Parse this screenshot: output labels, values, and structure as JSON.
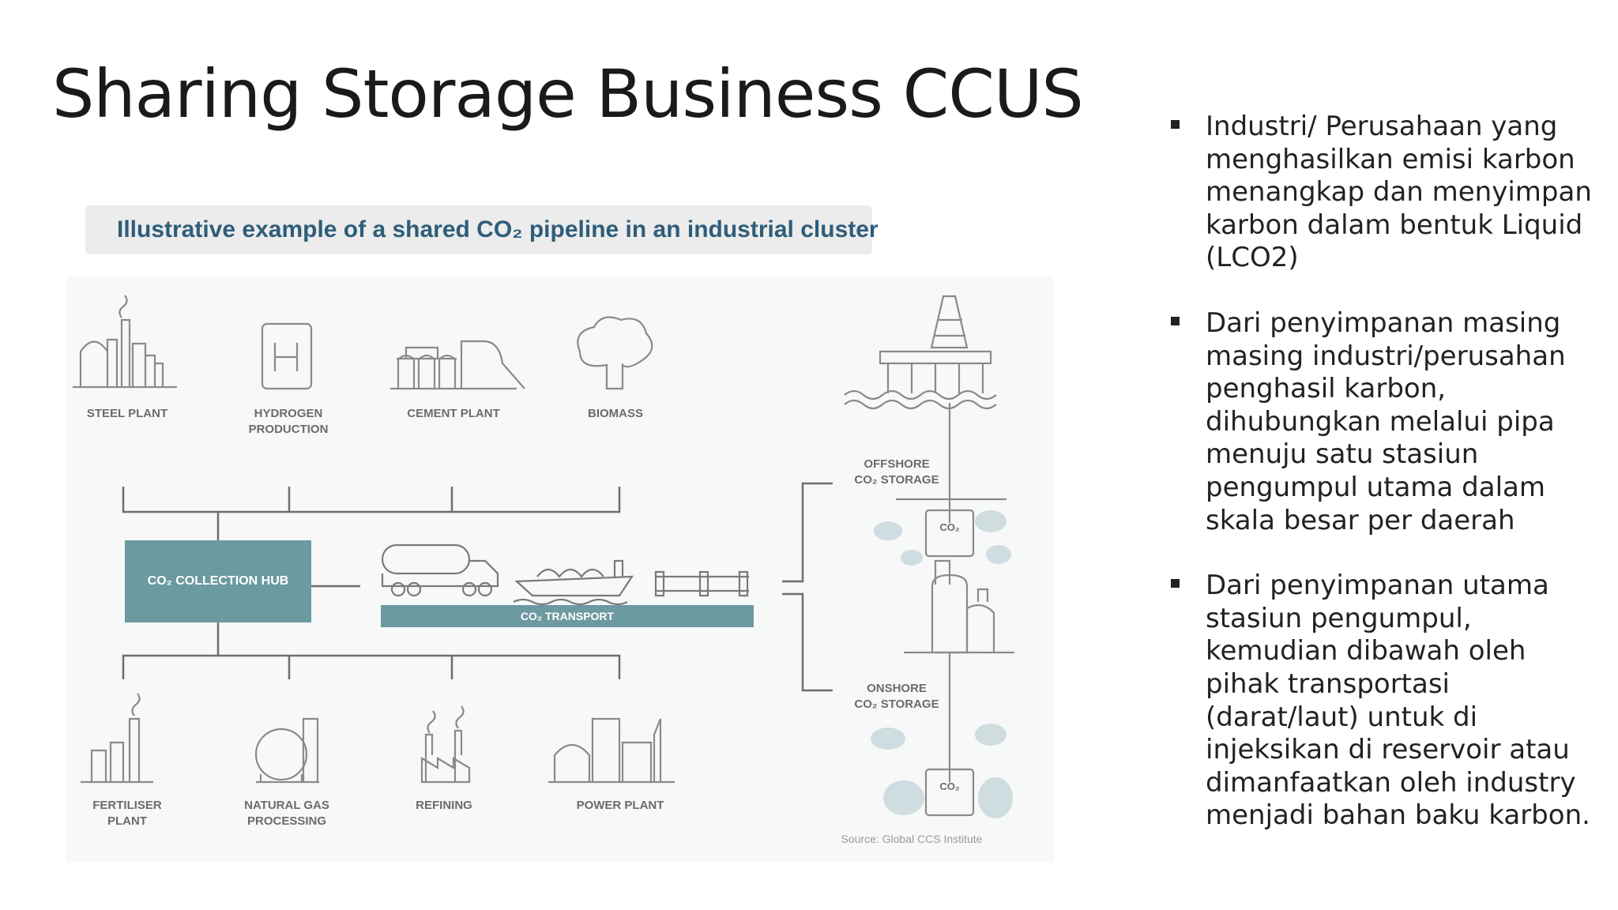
{
  "slide": {
    "title": "Sharing Storage Business CCUS"
  },
  "figure": {
    "banner": "Illustrative example of a shared CO₂ pipeline in an industrial cluster",
    "sources_top": [
      "STEEL PLANT",
      "HYDROGEN\nPRODUCTION",
      "CEMENT PLANT",
      "BIOMASS"
    ],
    "sources_bottom": [
      "FERTILISER\nPLANT",
      "NATURAL GAS\nPROCESSING",
      "REFINING",
      "POWER PLANT"
    ],
    "hub_label": "CO₂ COLLECTION HUB",
    "transport_label": "CO₂ TRANSPORT",
    "offshore_label": "OFFSHORE\nCO₂ STORAGE",
    "onshore_label": "ONSHORE\nCO₂ STORAGE",
    "reservoir_label": "CO₂",
    "source_credit": "Source: Global CCS Institute",
    "colors": {
      "hub": "#6b9aa0",
      "transport": "#6b9aa0",
      "line": "#6e6e6e",
      "icon": "#8a8a8a",
      "rock": "#cfdde0"
    }
  },
  "bullets": [
    "Industri/ Perusahaan yang\nmenghasilkan emisi karbon\nmenangkap dan menyimpan\nkarbon dalam bentuk Liquid\n(LCO2)",
    "Dari penyimpanan masing\nmasing industri/perusahan\npenghasil karbon,\ndihubungkan melalui pipa\nmenuju satu stasiun\npengumpul utama dalam\nskala besar per daerah",
    "Dari penyimpanan utama\nstasiun pengumpul,\nkemudian dibawah oleh\npihak transportasi\n(darat/laut) untuk di\ninjeksikan di reservoir atau\ndimanfaatkan oleh industry\nmenjadi bahan baku karbon."
  ]
}
